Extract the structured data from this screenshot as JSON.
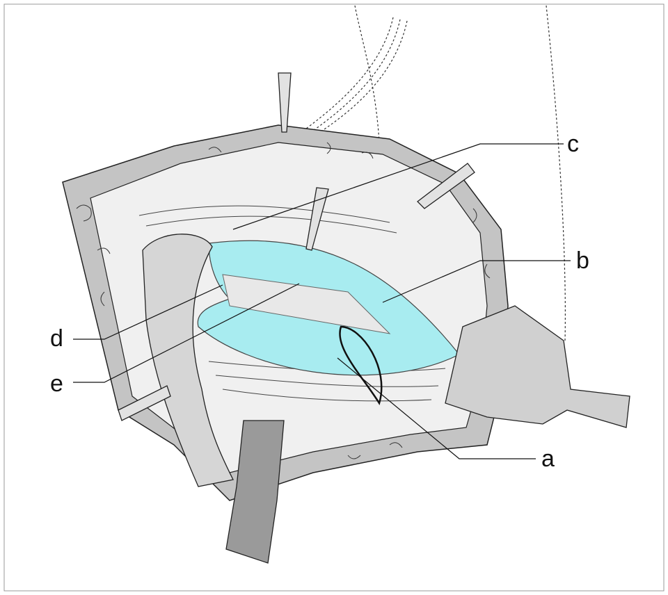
{
  "labels": {
    "a": "a",
    "b": "b",
    "c": "c",
    "d": "d",
    "e": "e"
  },
  "colors": {
    "tissue": "#c8c8c8",
    "graft": "#a8ecf0",
    "outline": "#222222",
    "retractor": "#d8d8d8"
  }
}
